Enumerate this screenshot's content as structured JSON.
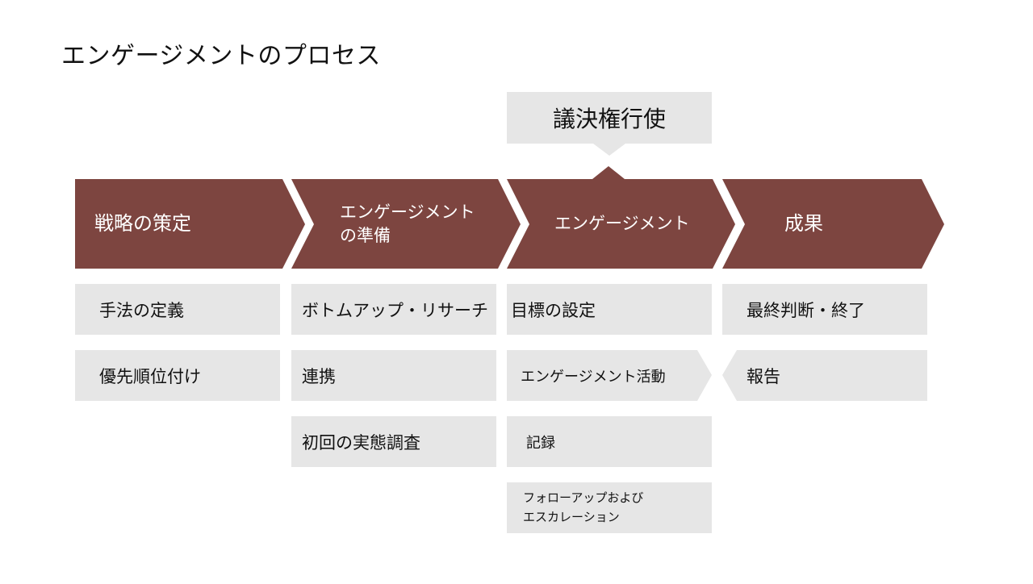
{
  "title": "エンゲージメントのプロセス",
  "callout": {
    "label": "議決権行使"
  },
  "colors": {
    "stage_fill": "#7d4540",
    "box_fill": "#e6e6e6",
    "text": "#111111"
  },
  "stages": [
    {
      "label": "戦略の策定"
    },
    {
      "label_line1": "エンゲージメント",
      "label_line2": "の準備"
    },
    {
      "label": "エンゲージメント"
    },
    {
      "label": "成果"
    }
  ],
  "columns": [
    {
      "items": [
        "手法の定義",
        "優先順位付け"
      ]
    },
    {
      "items": [
        "ボトムアップ・リサーチ",
        "連携",
        "初回の実態調査"
      ]
    },
    {
      "items": [
        "目標の設定",
        "エンゲージメント活動",
        "記録",
        "フォローアップおよびエスカレーション"
      ],
      "item4_line1": "フォローアップおよび",
      "item4_line2": "エスカレーション"
    },
    {
      "items": [
        "最終判断・終了",
        "報告"
      ]
    }
  ]
}
